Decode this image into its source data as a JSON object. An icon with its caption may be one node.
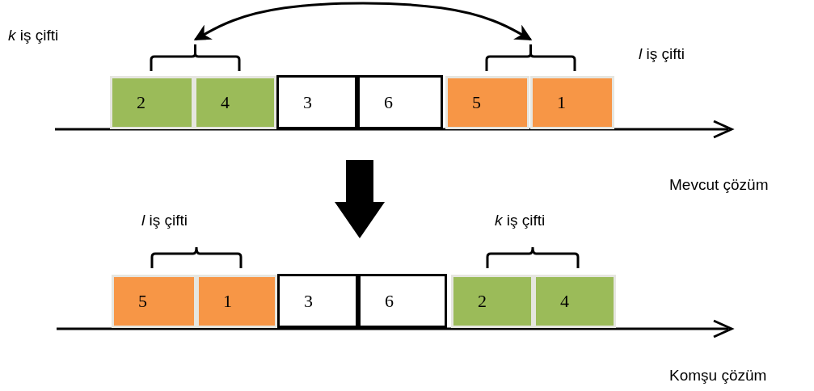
{
  "diagram": {
    "nodes": [
      {
        "text": [],
        "shape": "bracket"
      },
      {
        "text": [],
        "shape": "bracket"
      },
      {
        "text": [
          "2"
        ]
      },
      {
        "text": [
          "4"
        ]
      },
      {
        "text": [
          "3"
        ]
      },
      {
        "text": [
          "6"
        ]
      },
      {
        "text": [
          "5"
        ]
      },
      {
        "text": [
          "1"
        ]
      },
      {
        "text": [
          "5"
        ]
      },
      {
        "text": [
          "1"
        ]
      },
      {
        "text": [
          "3"
        ]
      },
      {
        "text": [
          "6"
        ]
      },
      {
        "text": [
          "2"
        ]
      },
      {
        "text": [
          "4"
        ]
      }
    ],
    "edges": [
      {
        "from": 1,
        "to": 0,
        "arrow": "both"
      }
    ],
    "labels": [
      "*k* iş çifti",
      "*l* iş çifti",
      "Mevcut çözüm",
      "*l* iş çifti",
      "*k* iş çifti",
      "Komşu çözüm"
    ]
  }
}
